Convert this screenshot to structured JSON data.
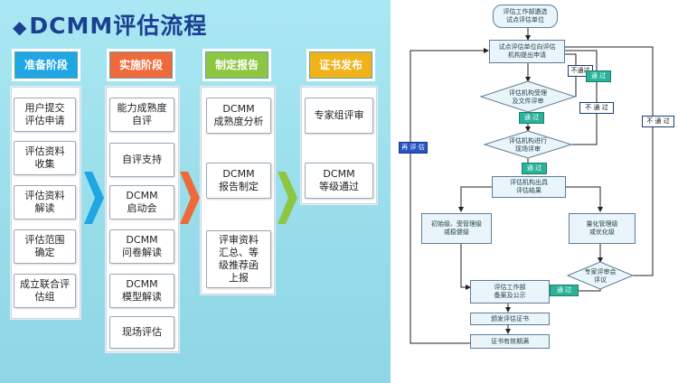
{
  "title": "DCMM评估流程",
  "colors": {
    "title": "#1c3f94",
    "stage1": "#1fa6e3",
    "stage2": "#ef6a3a",
    "stage3": "#8ec641",
    "stage4": "#f2b21a"
  },
  "stages": [
    {
      "label": "准备阶段",
      "steps": [
        "用户提交\n评估申请",
        "评估资料\n收集",
        "评估资料\n解读",
        "评估范围\n确定",
        "成立联合评\n估组"
      ]
    },
    {
      "label": "实施阶段",
      "steps": [
        "能力成熟度\n自评",
        "自评支持",
        "DCMM\n启动会",
        "DCMM\n问卷解读",
        "DCMM\n模型解读",
        "现场评估"
      ]
    },
    {
      "label": "制定报告",
      "steps": [
        "DCMM\n成熟度分析",
        "DCMM\n报告制定",
        "评审资料\n汇总、等\n级推荐函\n上报"
      ]
    },
    {
      "label": "证书发布",
      "steps": [
        "专家组评审",
        "DCMM\n等级通过"
      ]
    }
  ],
  "flow": {
    "n1": "评估工作部遴选\n试点评估单位",
    "n2": "试点评估单位向评估\n机构提出申请",
    "d1": "评估机构受理\n及文件评审",
    "d2": "评估机构进行\n现场评审",
    "n3": "评估机构出具\n评估结果",
    "n4": "初始级、受管理级\n或稳健级",
    "n5": "量化管理级\n或优化级",
    "d3": "专家评审会\n评议",
    "n6": "评估工作部\n备案及公示",
    "n7": "颁发评估证书",
    "n8": "证书有效期满",
    "pass": "通 过",
    "fail": "不 通 过",
    "fail2": "不通过",
    "reassess": "再 评 估"
  }
}
